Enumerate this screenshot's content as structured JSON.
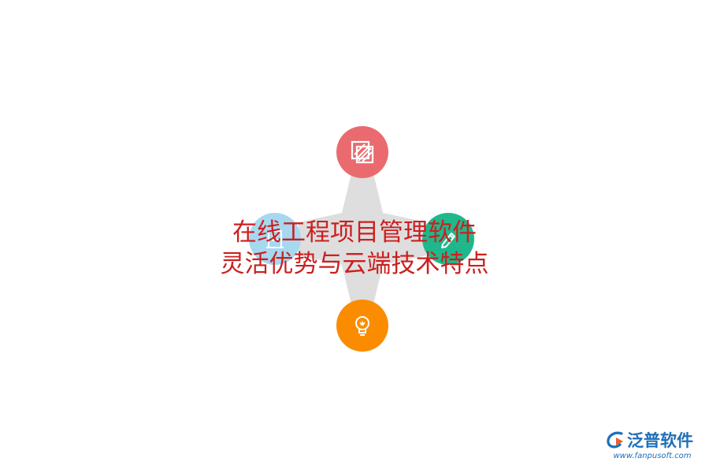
{
  "title": {
    "line1": "在线工程项目管理软件",
    "line2": "灵活优势与云端技术特点"
  },
  "nodes": [
    {
      "id": "top",
      "icon": "striped-square-icon",
      "color": "#ea6b6f"
    },
    {
      "id": "left",
      "icon": "building-icon",
      "color": "#a6d8ef"
    },
    {
      "id": "right",
      "icon": "pencil-icon",
      "color": "#1fb88c"
    },
    {
      "id": "bottom",
      "icon": "lightbulb-icon",
      "color": "#fb8c00"
    }
  ],
  "connector_color": "#dedede",
  "title_color": "#cc1f1f",
  "logo": {
    "name": "泛普软件",
    "url": "www.fanpusoft.com",
    "color": "#1e6fb8",
    "accent": "#e95f2c"
  }
}
